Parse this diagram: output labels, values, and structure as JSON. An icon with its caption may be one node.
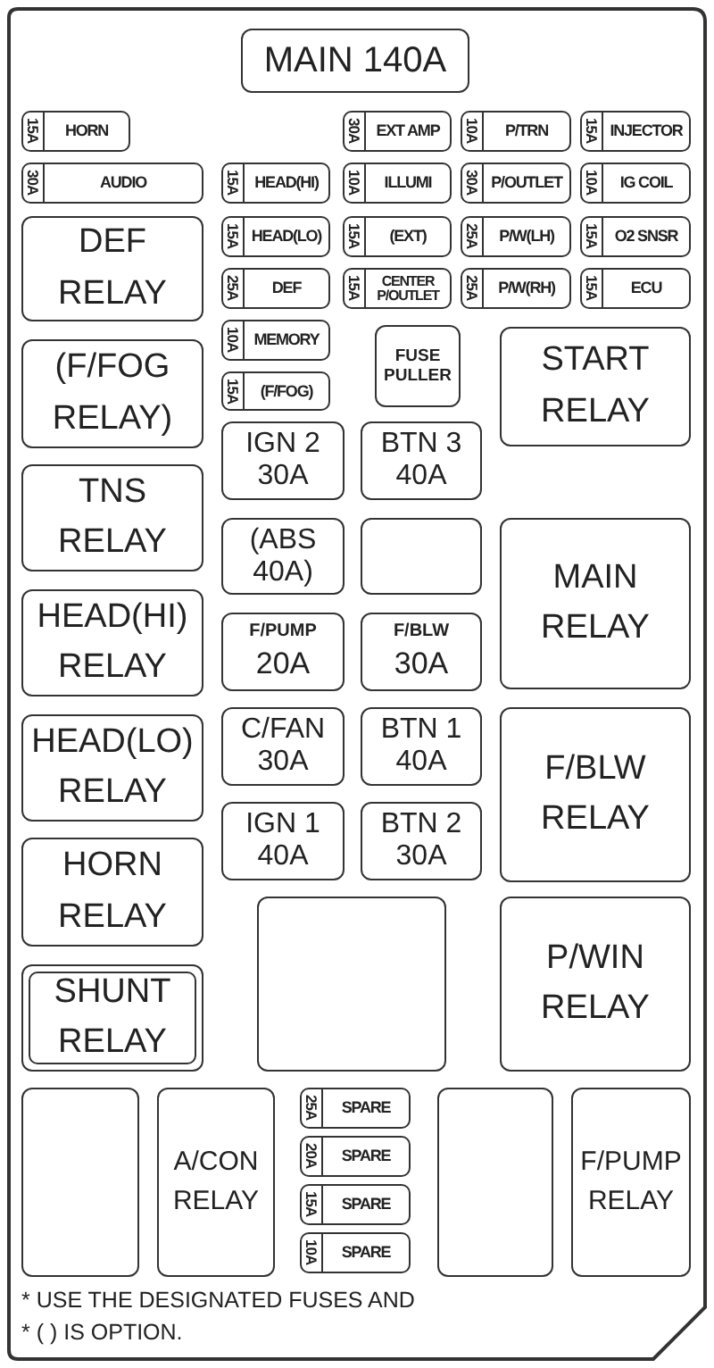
{
  "diagram": {
    "nodes": [
      {
        "text": [
          "MAIN 140A"
        ]
      },
      {
        "text": [
          "15A",
          "HORN"
        ]
      },
      {
        "text": [
          "30A",
          "EXT AMP"
        ]
      },
      {
        "text": [
          "10A",
          "P/TRN"
        ]
      },
      {
        "text": [
          "15A",
          "INJECTOR"
        ]
      },
      {
        "text": [
          "30A",
          "AUDIO"
        ]
      },
      {
        "text": [
          "15A",
          "HEAD(HI)"
        ]
      },
      {
        "text": [
          "10A",
          "ILLUMI"
        ]
      },
      {
        "text": [
          "30A",
          "P/OUTLET"
        ]
      },
      {
        "text": [
          "10A",
          "IG COIL"
        ]
      },
      {
        "text": [
          "DEF RELAY"
        ]
      },
      {
        "text": [
          "15A",
          "HEAD(LO)"
        ]
      },
      {
        "text": [
          "15A",
          "(EXT)"
        ]
      },
      {
        "text": [
          "25A",
          "P/W(LH)"
        ]
      },
      {
        "text": [
          "15A",
          "O2 SNSR"
        ]
      },
      {
        "text": [
          "25A",
          "DEF"
        ]
      },
      {
        "text": [
          "15A",
          "CENTER P/OUTLET"
        ]
      },
      {
        "text": [
          "25A",
          "P/W(RH)"
        ]
      },
      {
        "text": [
          "15A",
          "ECU"
        ]
      },
      {
        "text": [
          "10A",
          "MEMORY"
        ]
      },
      {
        "text": [
          "FUSE PULLER"
        ]
      },
      {
        "text": [
          "(F/FOG RELAY)"
        ]
      },
      {
        "text": [
          "15A",
          "(F/FOG)"
        ]
      },
      {
        "text": [
          "START RELAY"
        ]
      },
      {
        "text": [
          "IGN 2 30A"
        ]
      },
      {
        "text": [
          "BTN 3 40A"
        ]
      },
      {
        "text": [
          "TNS RELAY"
        ]
      },
      {
        "text": [
          "(ABS 40A)"
        ]
      },
      {
        "text": [],
        "shape": "box"
      },
      {
        "text": [
          "MAIN RELAY"
        ]
      },
      {
        "text": [
          "HEAD(HI) RELAY"
        ]
      },
      {
        "text": [
          "F/PUMP",
          "20A"
        ]
      },
      {
        "text": [
          "F/BLW",
          "30A"
        ]
      },
      {
        "text": [
          "HEAD(LO) RELAY"
        ]
      },
      {
        "text": [
          "C/FAN 30A"
        ]
      },
      {
        "text": [
          "BTN 1 40A"
        ]
      },
      {
        "text": [
          "F/BLW RELAY"
        ]
      },
      {
        "text": [
          "IGN 1 40A"
        ]
      },
      {
        "text": [
          "BTN 2 30A"
        ]
      },
      {
        "text": [
          "HORN RELAY"
        ]
      },
      {
        "text": [],
        "shape": "box"
      },
      {
        "text": [
          "P/WIN RELAY"
        ]
      },
      {
        "text": [
          "SHUNT RELAY"
        ]
      },
      {
        "text": [],
        "shape": "box"
      },
      {
        "text": [
          "A/CON RELAY"
        ]
      },
      {
        "text": [
          "25A",
          "SPARE"
        ]
      },
      {
        "text": [
          "20A",
          "SPARE"
        ]
      },
      {
        "text": [
          "15A",
          "SPARE"
        ]
      },
      {
        "text": [
          "10A",
          "SPARE"
        ]
      },
      {
        "text": [],
        "shape": "box"
      },
      {
        "text": [
          "F/PUMP RELAY"
        ]
      }
    ],
    "labels": [
      "* USE THE DESIGNATED FUSES AND",
      "* ( ) IS OPTION."
    ]
  }
}
